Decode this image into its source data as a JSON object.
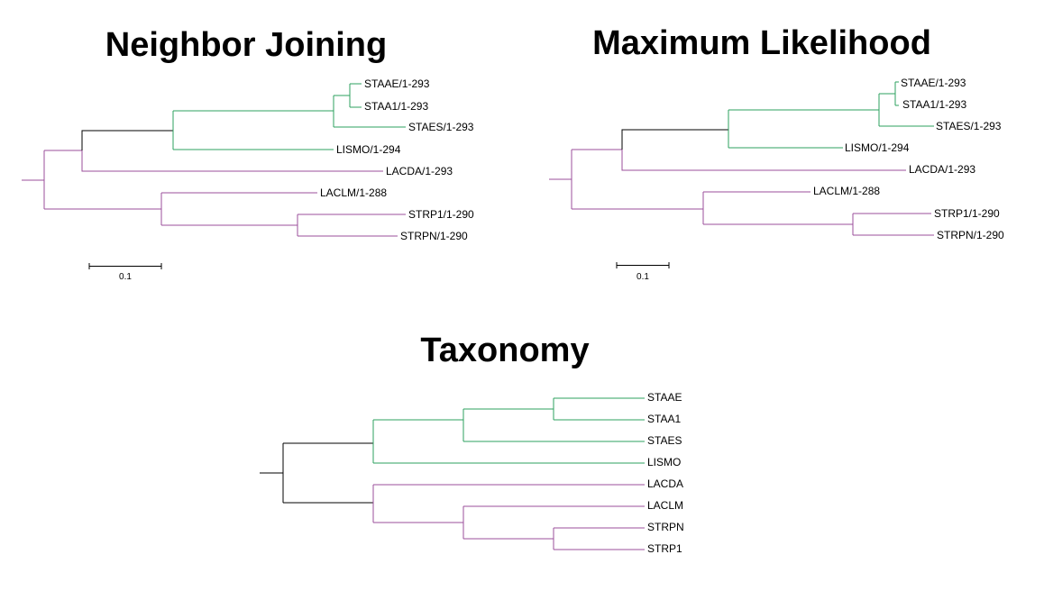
{
  "colors": {
    "root_branch": "#000000",
    "green_clade": "#2ca25f",
    "purple_clade": "#9b4f9b"
  },
  "panels": [
    {
      "id": "neighbor-joining",
      "title": "Neighbor Joining",
      "scale_label": "0.1",
      "leaves": [
        "STAAE/1-293",
        "STAA1/1-293",
        "STAES/1-293",
        "LISMO/1-294",
        "LACDA/1-293",
        "LACLM/1-288",
        "STRP1/1-290",
        "STRPN/1-290"
      ]
    },
    {
      "id": "maximum-likelihood",
      "title": "Maximum Likelihood",
      "scale_label": "0.1",
      "leaves": [
        "STAAE/1-293",
        "STAA1/1-293",
        "STAES/1-293",
        "LISMO/1-294",
        "LACDA/1-293",
        "LACLM/1-288",
        "STRP1/1-290",
        "STRPN/1-290"
      ]
    },
    {
      "id": "taxonomy",
      "title": "Taxonomy",
      "leaves": [
        "STAAE",
        "STAA1",
        "STAES",
        "LISMO",
        "LACDA",
        "LACLM",
        "STRPN",
        "STRP1"
      ]
    }
  ]
}
